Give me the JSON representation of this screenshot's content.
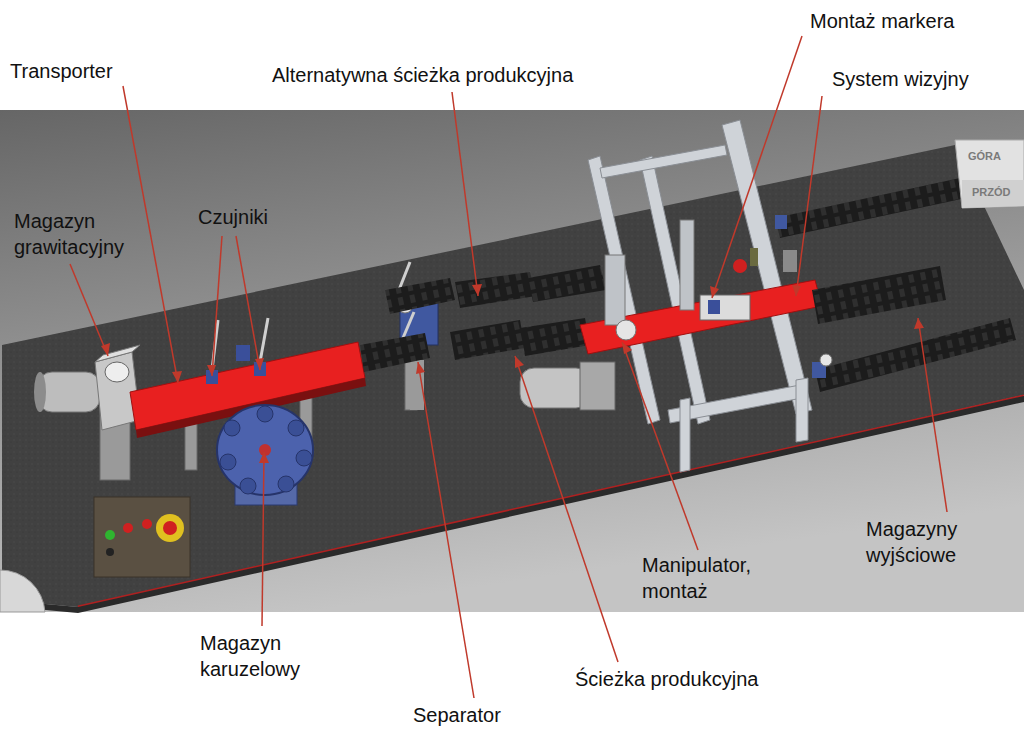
{
  "diagram": {
    "labels": [
      "Transporter",
      "Alternatywna ścieżka produkcyjna",
      "Montaż markera",
      "System wizyjny",
      "GÓRA",
      "PRZÓD",
      "Magazyn grawitacyjny",
      "Czujniki",
      "Magazyny wyjściowe",
      "Manipulator, montaż",
      "Magazyn karuzelowy",
      "Ścieżka produkcyjna",
      "Separator"
    ]
  }
}
